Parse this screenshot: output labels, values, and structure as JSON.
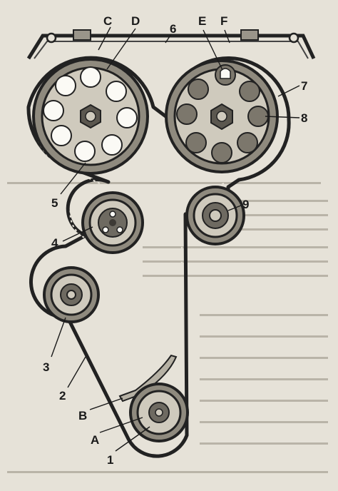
{
  "diagram": {
    "labels": {
      "C": "C",
      "D": "D",
      "E": "E",
      "F": "F",
      "n6": "6",
      "n7": "7",
      "n8": "8",
      "n9": "9",
      "n5": "5",
      "n4": "4",
      "n3": "3",
      "n2": "2",
      "B": "B",
      "A": "A",
      "n1": "1"
    }
  }
}
